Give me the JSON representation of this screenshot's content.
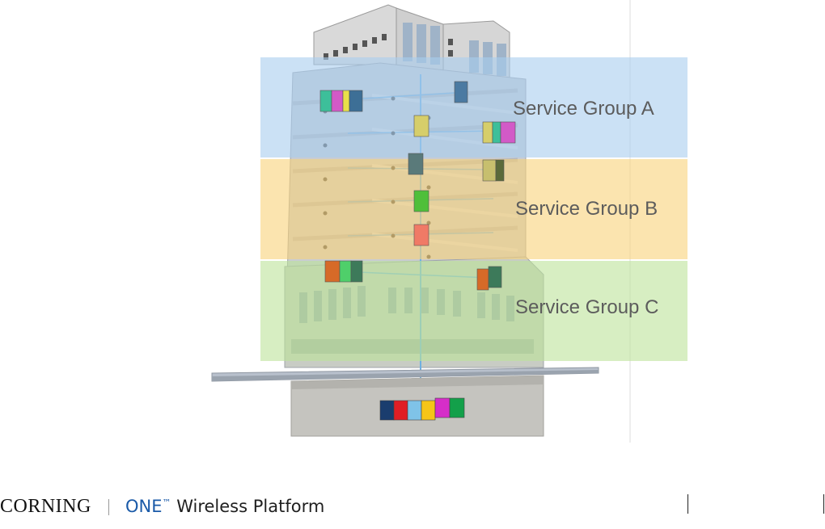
{
  "groups": [
    {
      "label": "Service Group A",
      "color": "#a9cdee"
    },
    {
      "label": "Service Group B",
      "color": "#f8d27a"
    },
    {
      "label": "Service Group C",
      "color": "#bde39a"
    }
  ],
  "footer": {
    "brand": "CORNING",
    "product_one": "ONE",
    "product_tm": "™",
    "product_rest": " Wireless Platform"
  }
}
